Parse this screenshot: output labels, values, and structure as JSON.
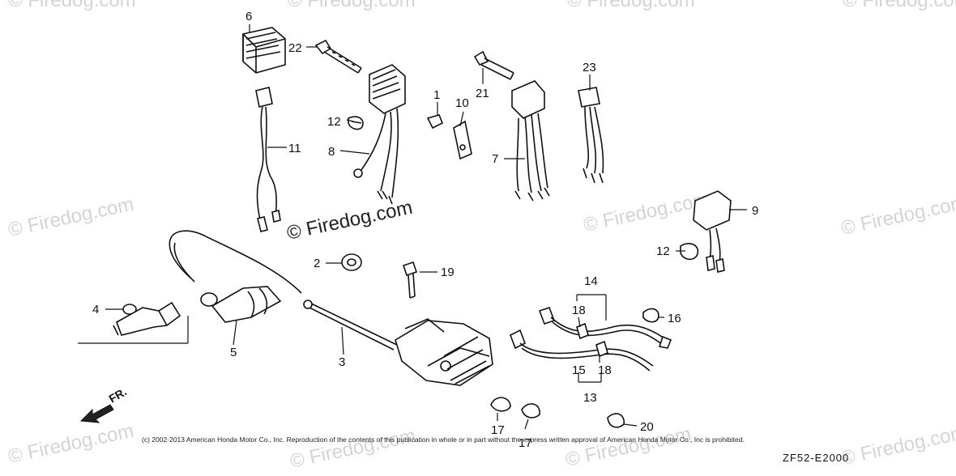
{
  "watermark": {
    "text": "© Firedog.com",
    "main_text": "© Firedog.com"
  },
  "callouts": {
    "c1": "1",
    "c2": "2",
    "c3": "3",
    "c4": "4",
    "c5": "5",
    "c6": "6",
    "c7": "7",
    "c8": "8",
    "c9": "9",
    "c10": "10",
    "c11": "11",
    "c12a": "12",
    "c12b": "12",
    "c13": "13",
    "c14": "14",
    "c15": "15",
    "c16": "16",
    "c17a": "17",
    "c17b": "17",
    "c18a": "18",
    "c18b": "18",
    "c19": "19",
    "c20": "20",
    "c21": "21",
    "c22": "22",
    "c23": "23"
  },
  "direction_label": "FR.",
  "footer": {
    "copyright": "(c) 2002-2013 American Honda Motor Co., Inc. Reproduction of the contents of this publication in whole or in part without the express written approval of American Honda Motor Co., Inc is prohibited.",
    "diagram_code": "ZF52-E2000"
  }
}
